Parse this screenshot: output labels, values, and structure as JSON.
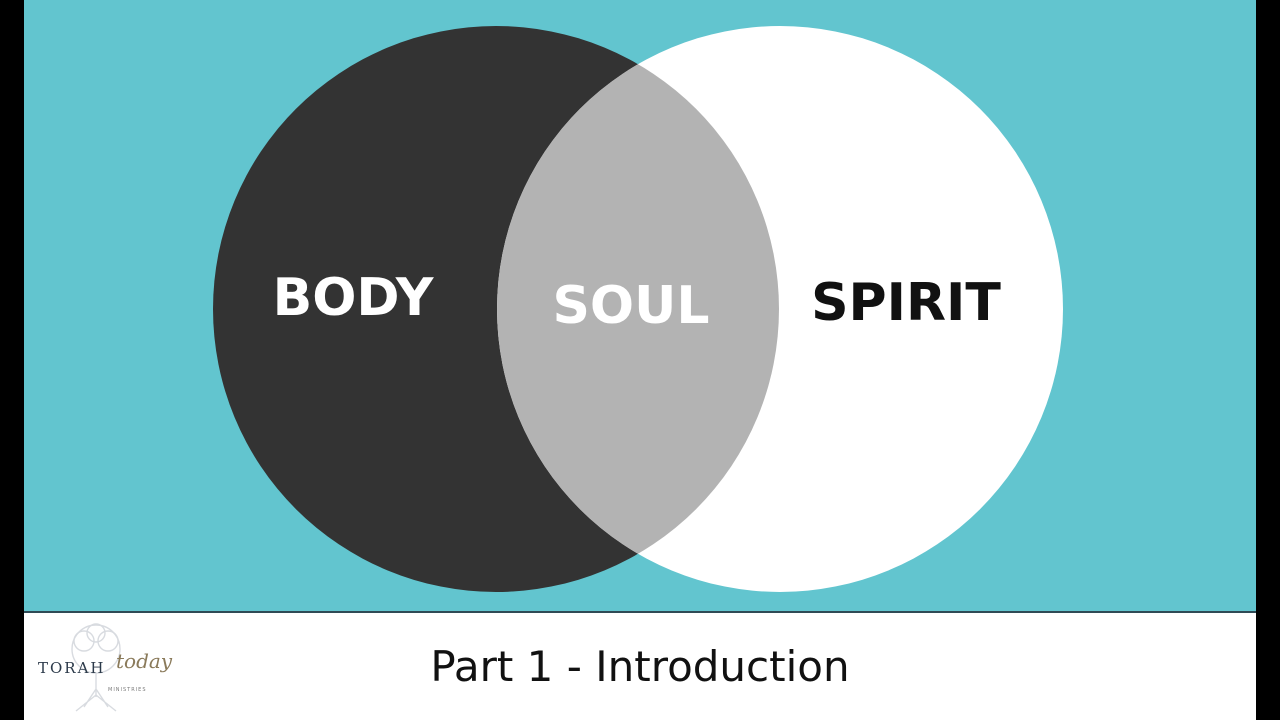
{
  "diagram": {
    "type": "venn",
    "circles": [
      {
        "label": "BODY",
        "fill": "#333333",
        "text_color": "#ffffff"
      },
      {
        "label": "SPIRIT",
        "fill": "#ffffff",
        "text_color": "#111111"
      }
    ],
    "overlap": {
      "label": "SOUL",
      "fill": "#b3b3b3",
      "text_color": "#ffffff"
    },
    "background": "#62c5cf"
  },
  "footer": {
    "caption": "Part 1 - Introduction"
  },
  "logo": {
    "word": "TORAH",
    "script": "today",
    "sub": "MINISTRIES"
  }
}
